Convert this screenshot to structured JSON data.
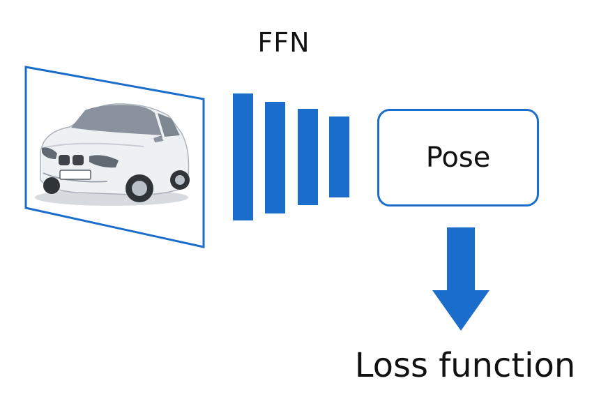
{
  "diagram": {
    "ffn_label": "FFN",
    "pose_label": "Pose",
    "loss_label": "Loss function",
    "accent_color": "#1a6dcb",
    "input_image_subject": "car-photo"
  }
}
